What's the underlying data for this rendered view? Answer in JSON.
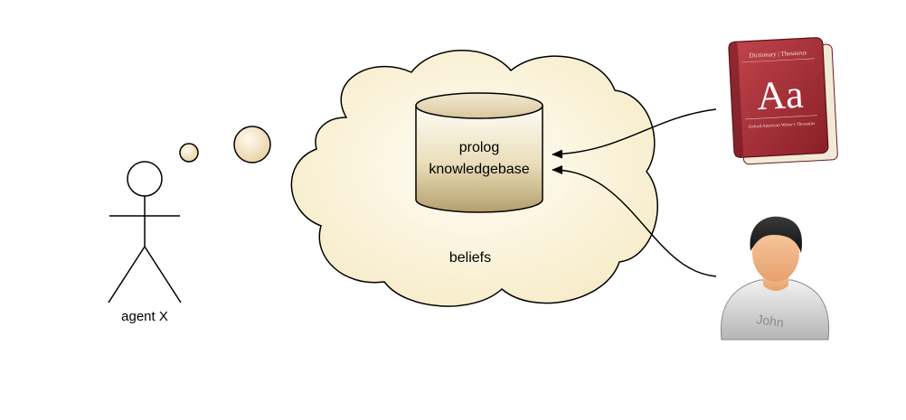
{
  "agent": {
    "label": "agent X"
  },
  "cloud": {
    "label": "beliefs"
  },
  "database": {
    "line1": "prolog",
    "line2": "knowledgebase"
  },
  "dictionary": {
    "icon": "dictionary-book-icon",
    "cover_title": "Dictionary | Thesaurus",
    "cover_glyph": "Aa",
    "cover_subtitle": "Oxford American Writer's Thesaurus"
  },
  "person": {
    "icon": "user-person-icon",
    "shirt_name": "John"
  },
  "colors": {
    "cloud_fill": "#faf1d6",
    "bubble_fill": "#f6e4c0",
    "book_red": "#a8323a",
    "stroke": "#000000"
  }
}
